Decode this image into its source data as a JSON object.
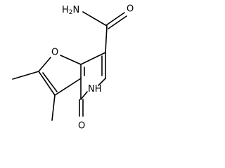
{
  "molecule": {
    "atoms": {
      "amide_n": {
        "text": "H",
        "sub": "2",
        "tail": "N"
      },
      "amide_o": {
        "text": "O"
      },
      "furan_o": {
        "text": "O"
      },
      "ring_nh": {
        "text": "N",
        "sub": "",
        "tail": "H"
      },
      "ketone_o": {
        "text": "O"
      }
    },
    "colors": {
      "bond": "#000000",
      "label": "#000000",
      "background": "#ffffff"
    }
  }
}
